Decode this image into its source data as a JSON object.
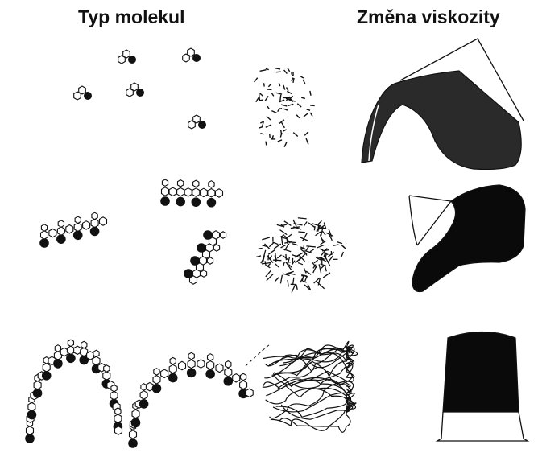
{
  "headings": {
    "molecule_type": "Typ molekul",
    "viscosity_change": "Změna viskozity"
  },
  "rows": [
    {
      "molecule_form": "small-single-molecules",
      "aggregate": "dispersed-short-dashes",
      "container": "pouring-jug",
      "fill_fraction": 0.45
    },
    {
      "molecule_form": "short-chains",
      "aggregate": "tangled-short-sticks",
      "container": "tilted-cup",
      "fill_fraction": 0.55
    },
    {
      "molecule_form": "long-chain-polymer",
      "aggregate": "entangled-long-strands",
      "container": "upright-jar",
      "fill_fraction": 0.75
    }
  ],
  "colors": {
    "ink": "#111111",
    "liquid_light": "#2a2a2a",
    "liquid_dark": "#0a0a0a",
    "background": "#ffffff"
  }
}
